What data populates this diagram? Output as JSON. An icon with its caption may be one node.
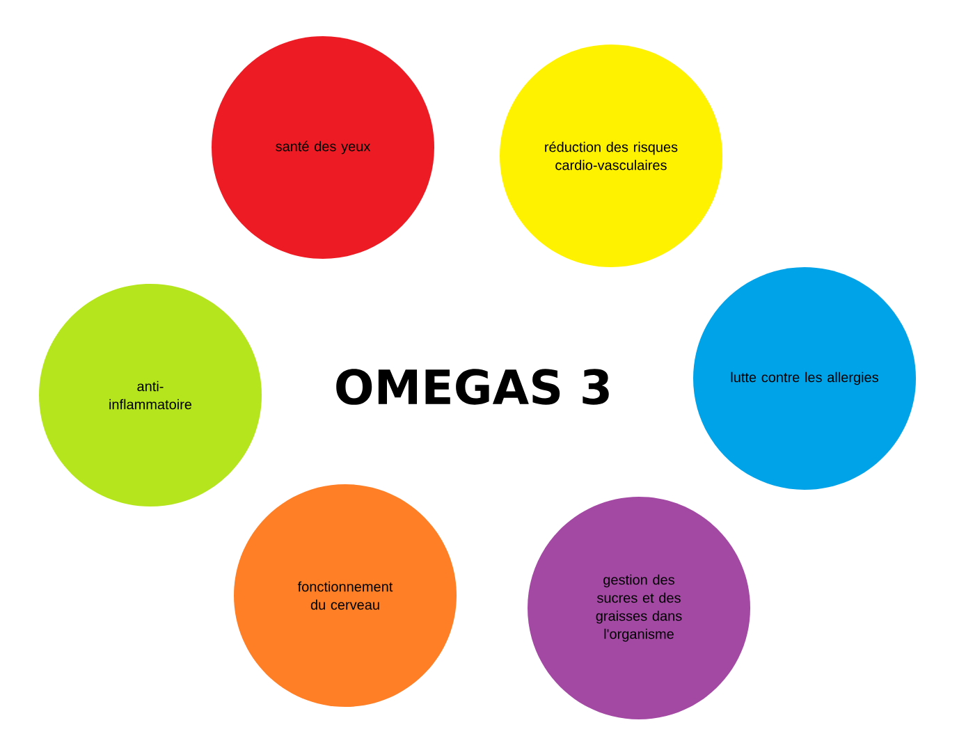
{
  "diagram": {
    "title": "OMEGAS 3",
    "nodes": [
      {
        "text": [
          "santé des yeux"
        ]
      },
      {
        "text": [
          "réduction des risques cardio-vasculaires"
        ]
      },
      {
        "text": [
          "anti- inflammatoire"
        ]
      },
      {
        "text": [
          "lutte contre les allergies"
        ]
      },
      {
        "text": [
          "fonctionnement du cerveau"
        ]
      },
      {
        "text": [
          "gestion des sucres et des graisses dans l'organisme"
        ]
      }
    ]
  }
}
